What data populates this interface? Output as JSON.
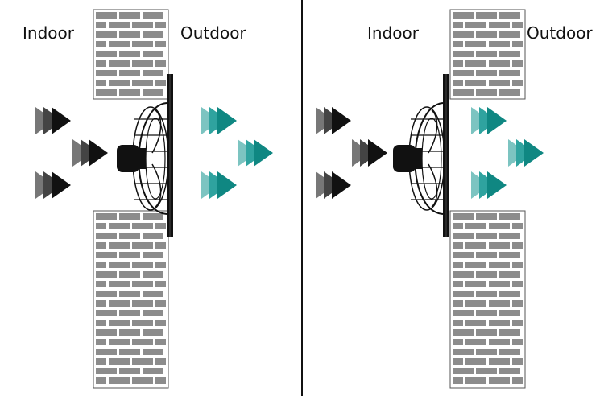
{
  "left_panel": {
    "indoor_label": "Indoor",
    "outdoor_label": "Outdoor"
  },
  "right_panel": {
    "indoor_label": "Indoor",
    "outdoor_label": "Outdoor"
  },
  "colors": {
    "brick": "#8c8c8c",
    "mortar": "#ffffff",
    "indoor_arrows": [
      "#777777",
      "#444444",
      "#111111"
    ],
    "outdoor_arrows": [
      "#7cc4c1",
      "#2fa39f",
      "#0f8782"
    ],
    "fan": "#111111",
    "divider": "#111111"
  },
  "icons": [
    "brick-wall",
    "exhaust-fan",
    "airflow-arrow"
  ]
}
